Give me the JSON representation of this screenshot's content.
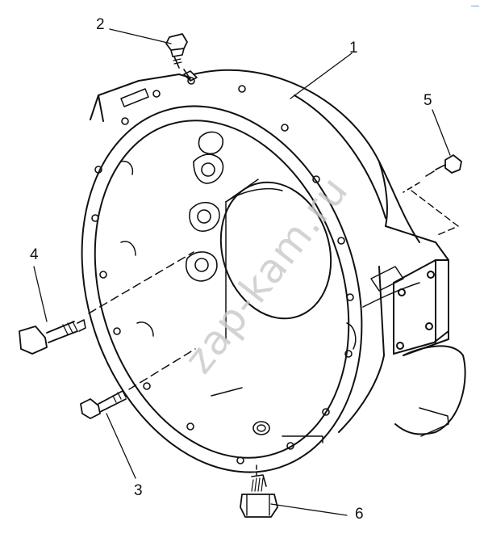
{
  "diagram": {
    "callouts": [
      {
        "id": "housing",
        "number": "1"
      },
      {
        "id": "top-plug",
        "number": "2"
      },
      {
        "id": "short-bolt",
        "number": "3"
      },
      {
        "id": "long-bolt",
        "number": "4"
      },
      {
        "id": "side-plug",
        "number": "5"
      },
      {
        "id": "drain-plug",
        "number": "6"
      }
    ],
    "watermark": "zap-kam.ru",
    "corner_mark": "―"
  }
}
